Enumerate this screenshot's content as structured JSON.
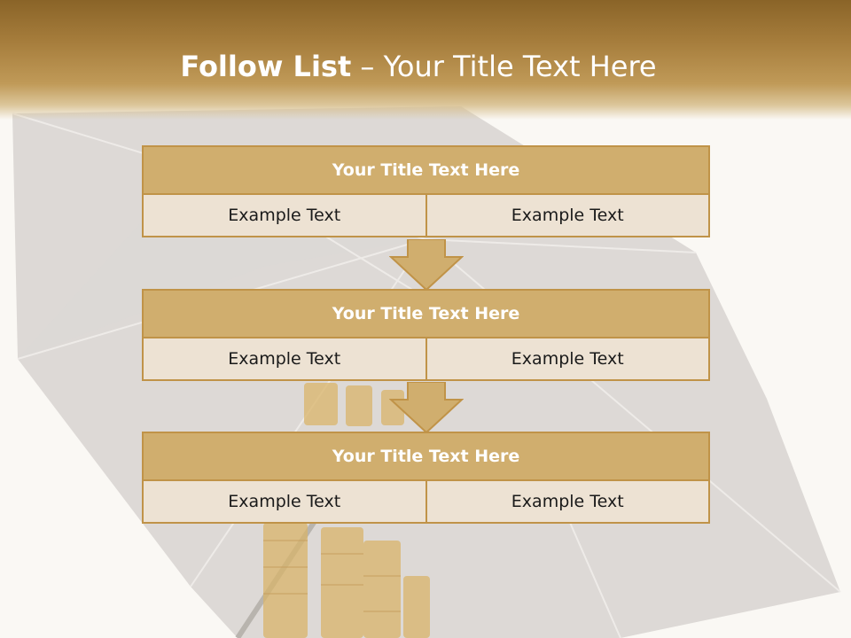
{
  "slide": {
    "title_bold": "Follow List",
    "title_rest": " – Your Title Text Here"
  },
  "blocks": [
    {
      "title": "Your Title Text Here",
      "left": "Example Text",
      "right": "Example Text"
    },
    {
      "title": "Your Title Text Here",
      "left": "Example Text",
      "right": "Example Text"
    },
    {
      "title": "Your Title Text Here",
      "left": "Example Text",
      "right": "Example Text"
    }
  ],
  "colors": {
    "header": "#a67d3c",
    "block_title_fill": "#d0ae6e",
    "border": "#c09348",
    "cell_fill": "#ede2d3",
    "arrow_fill": "#d0ae6e"
  },
  "icons": [
    "umbrella-illustration",
    "gold-coin-stacks",
    "down-arrow-icon"
  ]
}
